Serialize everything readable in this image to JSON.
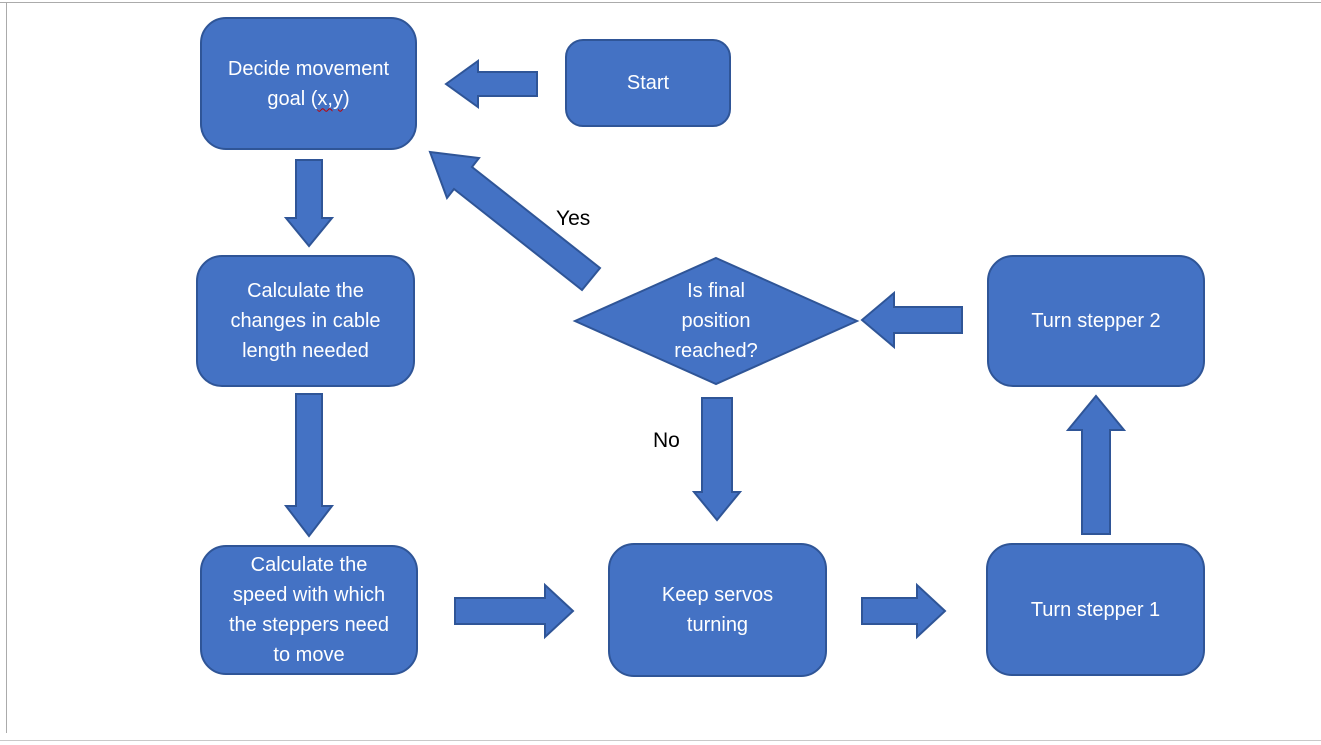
{
  "theme": {
    "background": "#ffffff",
    "shape_fill": "#4472c4",
    "shape_border": "#2f5597",
    "shape_text_color": "#ffffff",
    "edge_label_color": "#000000",
    "frame_border_color": "#ababab",
    "spellcheck_color": "#c00000"
  },
  "nodes": {
    "start": {
      "label": "Start"
    },
    "decide": {
      "label": "Decide movement goal (x,y)",
      "label_before": "Decide movement goal (",
      "label_misspelled": "x,y",
      "label_after": ")"
    },
    "calc_cable": {
      "label": "Calculate the changes in cable length needed",
      "lines": [
        "Calculate the",
        "changes in cable",
        "length needed"
      ]
    },
    "calc_speed": {
      "label": "Calculate the speed with which the steppers need to move",
      "lines": [
        "Calculate the",
        "speed with which",
        "the steppers need",
        "to move"
      ]
    },
    "keep_servos": {
      "label": "Keep servos turning",
      "lines": [
        "Keep servos",
        "turning"
      ]
    },
    "turn_stepper_1": {
      "label": "Turn stepper 1"
    },
    "turn_stepper_2": {
      "label": "Turn stepper 2"
    },
    "decision": {
      "label": "Is final position reached?",
      "lines": [
        "Is final",
        "position",
        "reached?"
      ]
    }
  },
  "edge_labels": {
    "yes": "Yes",
    "no": "No"
  },
  "connectors": [
    {
      "from": "start",
      "to": "decide",
      "label": ""
    },
    {
      "from": "decide",
      "to": "calc_cable",
      "label": ""
    },
    {
      "from": "calc_cable",
      "to": "calc_speed",
      "label": ""
    },
    {
      "from": "calc_speed",
      "to": "keep_servos",
      "label": ""
    },
    {
      "from": "keep_servos",
      "to": "turn_stepper_1",
      "label": ""
    },
    {
      "from": "turn_stepper_1",
      "to": "turn_stepper_2",
      "label": ""
    },
    {
      "from": "turn_stepper_2",
      "to": "decision",
      "label": ""
    },
    {
      "from": "decision",
      "to": "keep_servos",
      "label": "No"
    },
    {
      "from": "decision",
      "to": "decide",
      "label": "Yes"
    }
  ]
}
